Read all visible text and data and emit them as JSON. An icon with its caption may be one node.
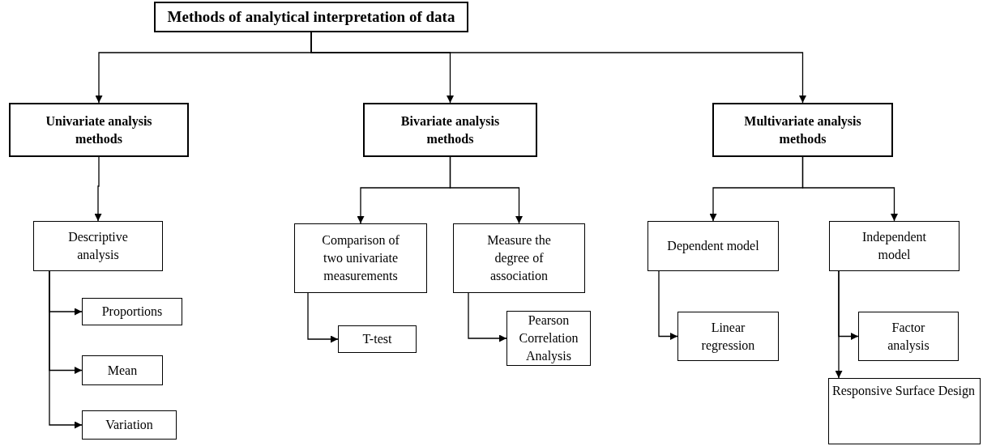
{
  "diagram": {
    "nodes": [
      {
        "text": [
          "Methods of analytical interpretation of data"
        ]
      },
      {
        "text": [
          "Univariate analysis methods"
        ]
      },
      {
        "text": [
          "Bivariate analysis methods"
        ]
      },
      {
        "text": [
          "Multivariate analysis methods"
        ]
      },
      {
        "text": [
          "Descriptive analysis"
        ]
      },
      {
        "text": [
          "Comparison of two univariate measurements"
        ]
      },
      {
        "text": [
          "Measure the degree of association"
        ]
      },
      {
        "text": [
          "Dependent model"
        ]
      },
      {
        "text": [
          "Independent model"
        ]
      },
      {
        "text": [
          "Proportions"
        ]
      },
      {
        "text": [
          "Mean"
        ]
      },
      {
        "text": [
          "Variation"
        ]
      },
      {
        "text": [
          "T-test"
        ]
      },
      {
        "text": [
          "Pearson Correlation Analysis"
        ]
      },
      {
        "text": [
          "Linear regression"
        ]
      },
      {
        "text": [
          "Factor analysis"
        ]
      },
      {
        "text": [
          "Responsive Surface Design"
        ]
      }
    ],
    "edges": [
      {
        "from": 0,
        "to": 1,
        "arrow": "to"
      },
      {
        "from": 0,
        "to": 2,
        "arrow": "to"
      },
      {
        "from": 0,
        "to": 3,
        "arrow": "to"
      },
      {
        "from": 1,
        "to": 4,
        "arrow": "to"
      },
      {
        "from": 2,
        "to": 5,
        "arrow": "to"
      },
      {
        "from": 2,
        "to": 6,
        "arrow": "to"
      },
      {
        "from": 3,
        "to": 7,
        "arrow": "to"
      },
      {
        "from": 3,
        "to": 8,
        "arrow": "to"
      },
      {
        "from": 4,
        "to": 9,
        "arrow": "to"
      },
      {
        "from": 4,
        "to": 10,
        "arrow": "to"
      },
      {
        "from": 4,
        "to": 11,
        "arrow": "to"
      },
      {
        "from": 5,
        "to": 12,
        "arrow": "to"
      },
      {
        "from": 6,
        "to": 13,
        "arrow": "to"
      },
      {
        "from": 7,
        "to": 14,
        "arrow": "to"
      },
      {
        "from": 8,
        "to": 15,
        "arrow": "to"
      },
      {
        "from": 8,
        "to": 16,
        "arrow": "to"
      }
    ]
  }
}
